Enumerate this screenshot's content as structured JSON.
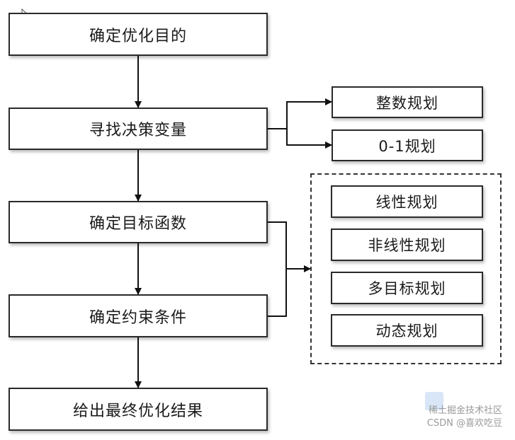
{
  "main_flow": [
    "确定优化目的",
    "寻找决策变量",
    "确定目标函数",
    "确定约束条件",
    "给出最终优化结果"
  ],
  "variable_types": [
    "整数规划",
    "0-1规划"
  ],
  "objective_types": [
    "线性规划",
    "非线性规划",
    "多目标规划",
    "动态规划"
  ],
  "watermark": {
    "line1": "稀土掘金技术社区",
    "line2": "CSDN @喜欢吃豆"
  }
}
